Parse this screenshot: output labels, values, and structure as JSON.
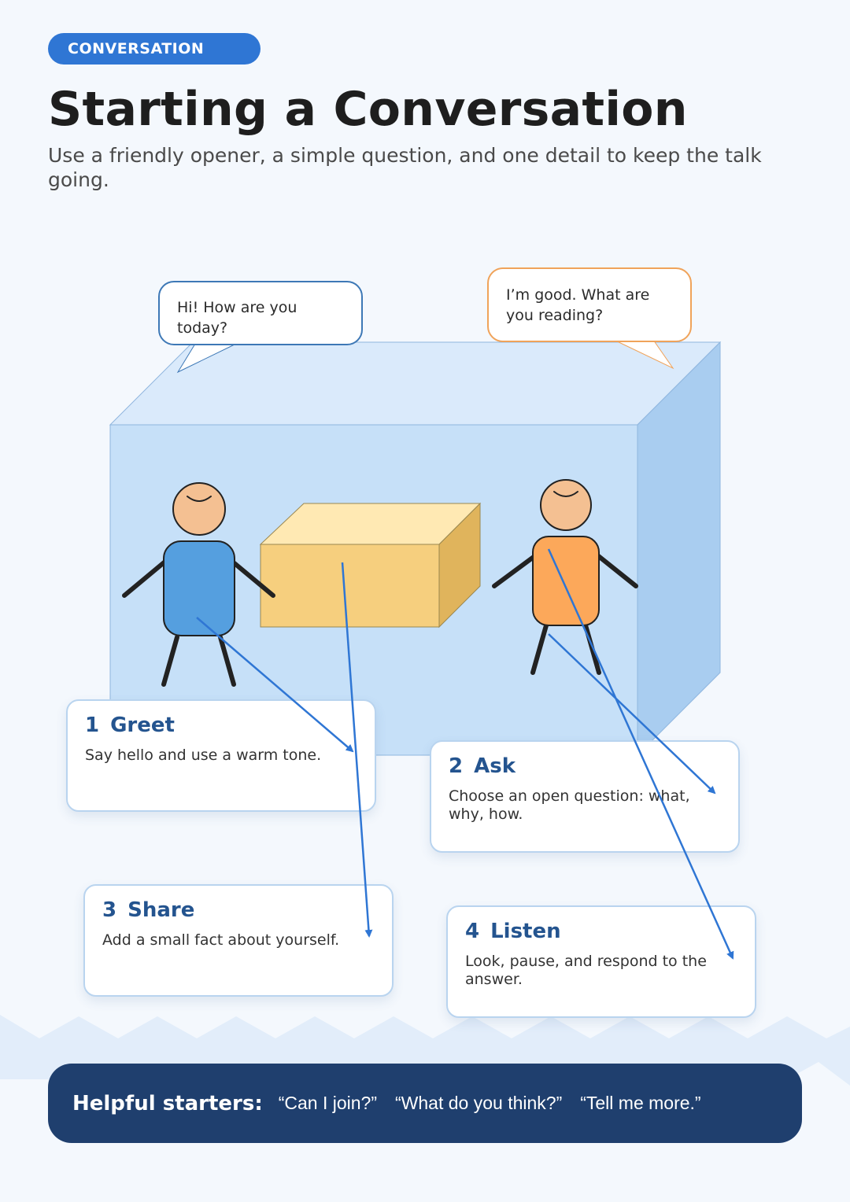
{
  "header": {
    "badge": "CONVERSATION",
    "title": "Starting a Conversation",
    "subtitle": "Use a friendly opener, a simple question, and one detail to keep the talk going."
  },
  "bubbles": {
    "left": "Hi! How are you today?",
    "right": "I’m good. What are you reading?"
  },
  "steps": [
    {
      "number": "1",
      "title": "Greet",
      "text": "Say hello and use a warm tone."
    },
    {
      "number": "2",
      "title": "Ask",
      "text": "Choose an open question: what, why, how."
    },
    {
      "number": "3",
      "title": "Share",
      "text": "Add a small fact about yourself."
    },
    {
      "number": "4",
      "title": "Listen",
      "text": "Look, pause, and respond to the answer."
    }
  ],
  "footer": {
    "label": "Helpful starters:",
    "items": [
      "“Can I join?”",
      "“What do you think?”",
      "“Tell me more.”"
    ]
  },
  "colors": {
    "accent": "#2f76d4",
    "heading": "#24548f",
    "footer_bg": "#1f3f6e",
    "person_left": "#559fdf",
    "person_right": "#fca85a",
    "bubble_left_border": "#3d78b6",
    "bubble_right_border": "#f0a35a"
  }
}
